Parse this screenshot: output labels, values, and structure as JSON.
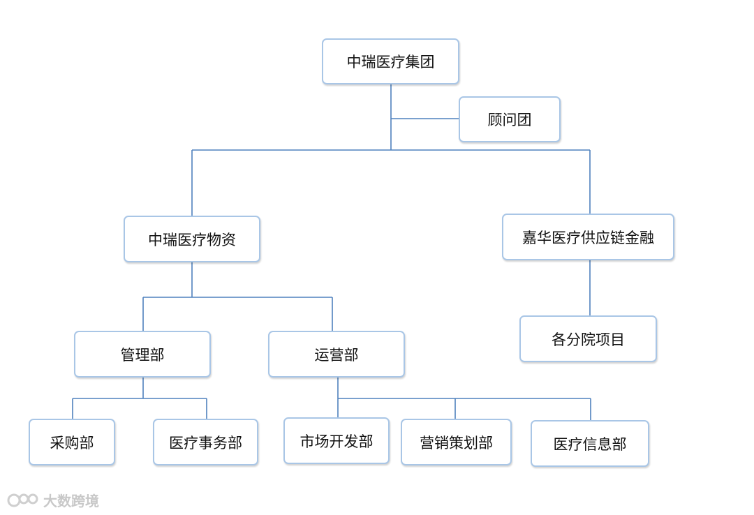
{
  "colors": {
    "connector": "#4f81bd",
    "box_border": "#a9c6e6",
    "background": "#ffffff",
    "watermark": "#c8c8c8"
  },
  "nodes": {
    "root": "中瑞医疗集团",
    "advisory": "顾问团",
    "materials": "中瑞医疗物资",
    "finance": "嘉华医疗供应链金融",
    "management": "管理部",
    "operations": "运营部",
    "branches": "各分院项目",
    "purchasing": "采购部",
    "medical_affairs": "医疗事务部",
    "market_dev": "市场开发部",
    "marketing": "营销策划部",
    "medical_info": "医疗信息部"
  },
  "watermark": {
    "text": "大数跨境",
    "icon": "logo-icon"
  }
}
